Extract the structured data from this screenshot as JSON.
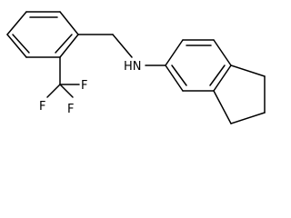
{
  "molecule": {
    "atoms": {
      "nh": "HN",
      "f1": "F",
      "f2": "F",
      "f3": "F"
    }
  }
}
